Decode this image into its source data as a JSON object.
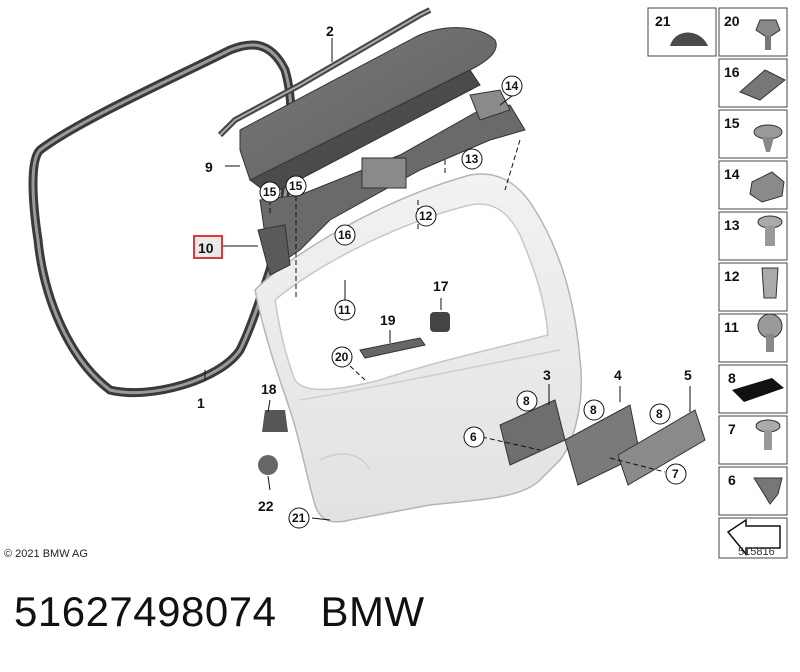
{
  "diagram": {
    "callouts": {
      "c1": "1",
      "c2": "2",
      "c3": "3",
      "c4": "4",
      "c5": "5",
      "c6": "6",
      "c7": "7",
      "c8a": "8",
      "c8b": "8",
      "c8c": "8",
      "c9": "9",
      "c10": "10",
      "c11": "11",
      "c12": "12",
      "c13": "13",
      "c14": "14",
      "c15a": "15",
      "c15b": "15",
      "c16": "16",
      "c17": "17",
      "c18": "18",
      "c19": "19",
      "c20": "20",
      "c21": "21",
      "c22": "22"
    },
    "highlighted_callout": "10",
    "highlight_color": "#d93a3a",
    "side_panel": [
      "21",
      "20",
      "16",
      "15",
      "14",
      "13",
      "12",
      "11",
      "8",
      "7",
      "6"
    ],
    "copyright": "© 2021 BMW AG",
    "reference": "515816"
  },
  "footer": {
    "part_number": "51627498074",
    "brand": "BMW"
  }
}
